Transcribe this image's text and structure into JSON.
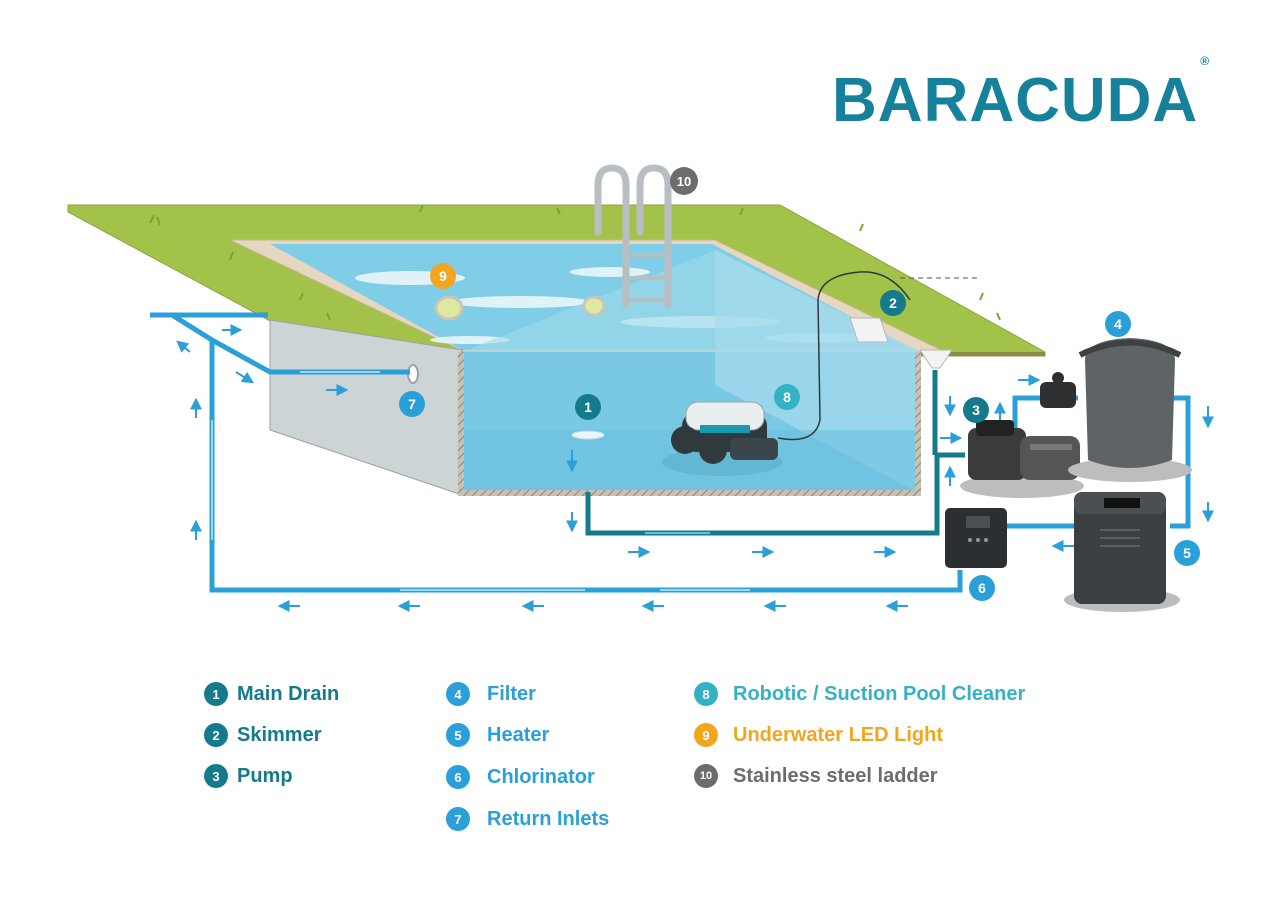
{
  "brand": {
    "name": "BARACUDA",
    "registered": "®"
  },
  "badges": [
    {
      "num": "1",
      "color": "#157a8c"
    },
    {
      "num": "2",
      "color": "#157a8c"
    },
    {
      "num": "3",
      "color": "#157a8c"
    },
    {
      "num": "4",
      "color": "#2a9fd8"
    },
    {
      "num": "5",
      "color": "#2a9fd8"
    },
    {
      "num": "6",
      "color": "#2a9fd8"
    },
    {
      "num": "7",
      "color": "#2a9fd8"
    },
    {
      "num": "8",
      "color": "#34b2c4"
    },
    {
      "num": "9",
      "color": "#f2a61f"
    },
    {
      "num": "10",
      "color": "#6c6c6c"
    }
  ],
  "legend": [
    {
      "num": "1",
      "label": "Main Drain",
      "color": "#157a8c"
    },
    {
      "num": "2",
      "label": "Skimmer",
      "color": "#157a8c"
    },
    {
      "num": "3",
      "label": "Pump",
      "color": "#157a8c"
    },
    {
      "num": "4",
      "label": "Filter",
      "color": "#2a9fd8"
    },
    {
      "num": "5",
      "label": "Heater",
      "color": "#2a9fd8"
    },
    {
      "num": "6",
      "label": "Chlorinator",
      "color": "#2a9fd8"
    },
    {
      "num": "7",
      "label": "Return Inlets",
      "color": "#2a9fd8"
    },
    {
      "num": "8",
      "label": "Robotic / Suction Pool Cleaner",
      "color": "#34b2c4"
    },
    {
      "num": "9",
      "label": "Underwater LED Light",
      "color": "#f2a61f"
    },
    {
      "num": "10",
      "label": "Stainless steel ladder",
      "color": "#6c6c6c"
    }
  ],
  "colors": {
    "grass": "#a3c24a",
    "water": "#6cc4e0",
    "water_deep": "#4db3d6",
    "pipe_return": "#2a9fd8",
    "pipe_suction": "#157a8c",
    "pool_wall": "#cfd6d8"
  }
}
